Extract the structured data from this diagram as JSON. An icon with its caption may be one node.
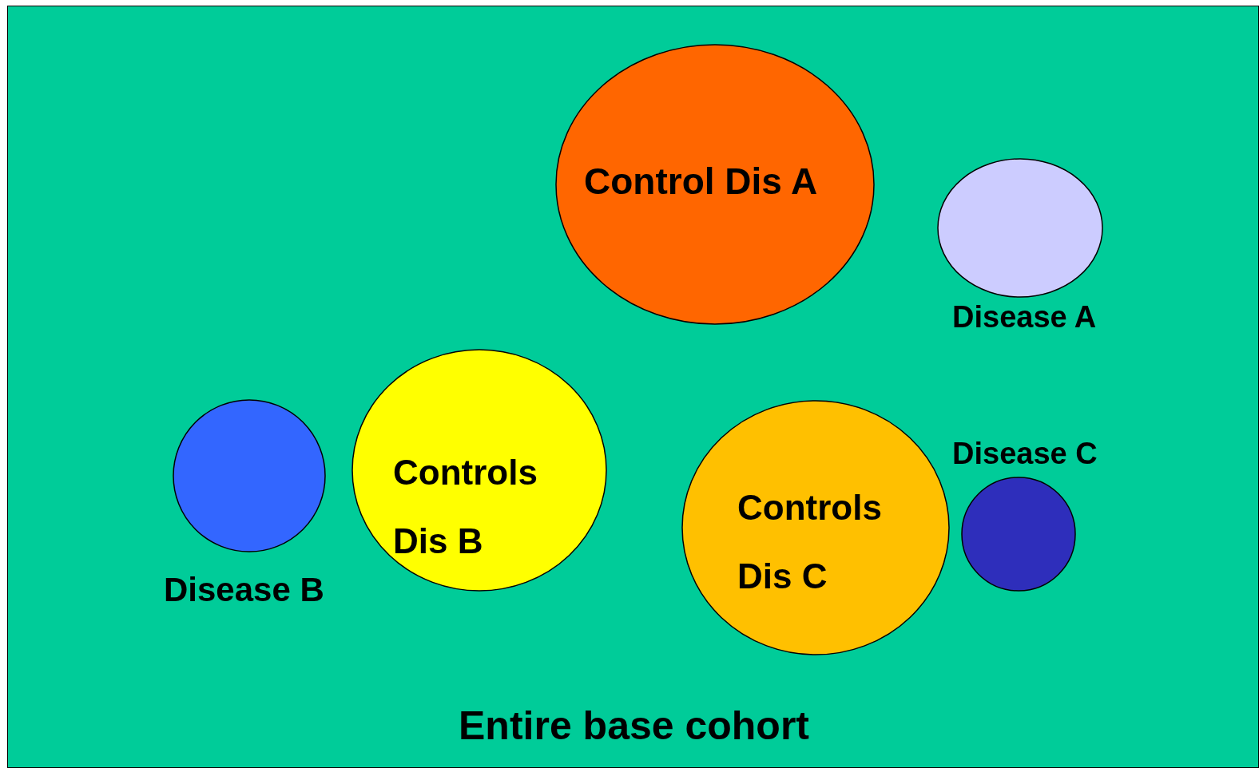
{
  "diagram": {
    "nodes": [
      {
        "text": [
          "Entire base cohort"
        ]
      },
      {
        "text": [
          "Control Dis A"
        ],
        "in": 0
      },
      {
        "text": [
          "Disease A"
        ],
        "in": 0
      },
      {
        "text": [
          "Disease B"
        ],
        "in": 0
      },
      {
        "text": [
          "Controls Dis B"
        ],
        "in": 0
      },
      {
        "text": [
          "Controls Dis C"
        ],
        "in": 0
      },
      {
        "text": [
          "Disease C"
        ],
        "in": 0
      }
    ]
  }
}
